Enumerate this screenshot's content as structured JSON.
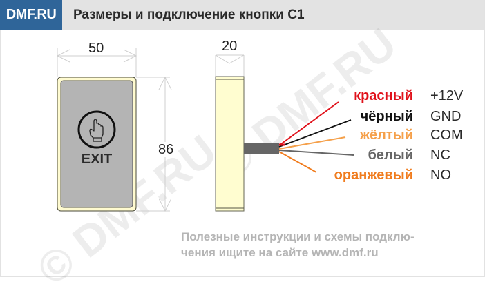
{
  "header": {
    "logo": "DMF.RU",
    "title": "Размеры и подключение кнопки С1"
  },
  "front_view": {
    "width_label": "50",
    "height_label": "86",
    "button_text": "EXIT",
    "icon": "hand-pointer-icon",
    "face_color": "#b4b4b4",
    "frame_color": "#fffbd0"
  },
  "side_view": {
    "depth_label": "20",
    "body_color": "#fffdd0",
    "cable_color": "#666666"
  },
  "wires": [
    {
      "color_name": "красный",
      "signal": "+12V",
      "hex": "#e0121b"
    },
    {
      "color_name": "чёрный",
      "signal": "GND",
      "hex": "#111111"
    },
    {
      "color_name": "жёлтый",
      "signal": "COM",
      "hex": "#f5a04a"
    },
    {
      "color_name": "белый",
      "signal": "NC",
      "hex": "#666666"
    },
    {
      "color_name": "оранжевый",
      "signal": "NO",
      "hex": "#f07c1e"
    }
  ],
  "footer": {
    "line1": "Полезные инструкции и схемы подклю-",
    "line2": "чения ищите на сайте www.dmf.ru"
  },
  "watermark": {
    "text": "© DMF.RU"
  }
}
